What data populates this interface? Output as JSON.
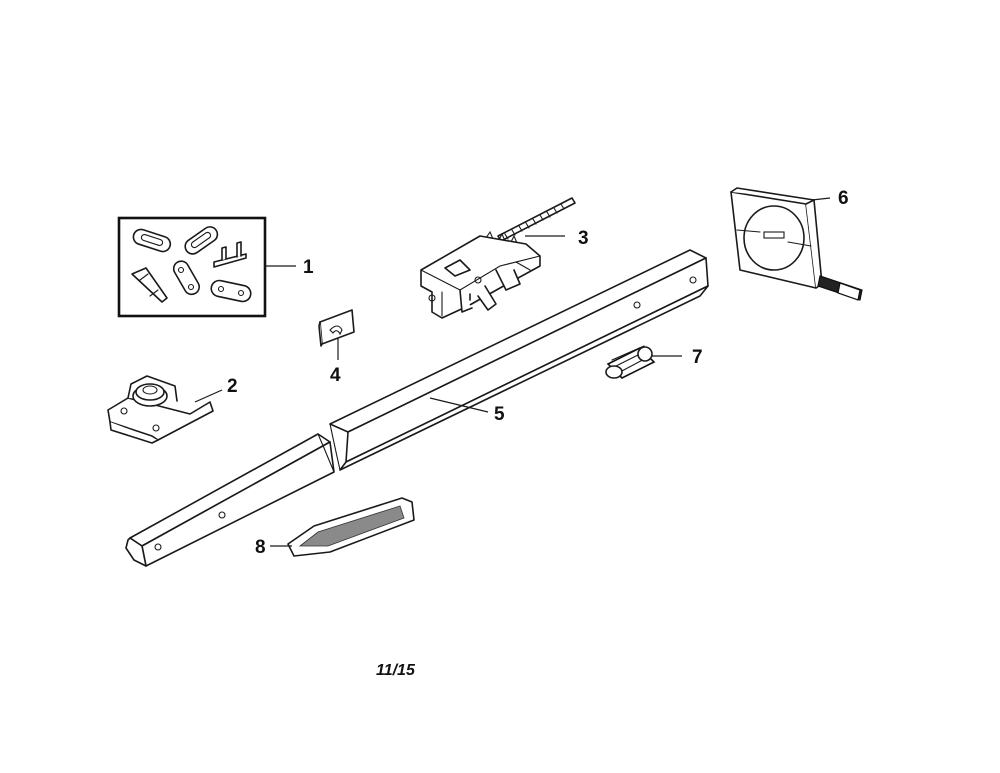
{
  "diagram": {
    "callouts": [
      {
        "id": "1",
        "label": "1"
      },
      {
        "id": "2",
        "label": "2"
      },
      {
        "id": "3",
        "label": "3"
      },
      {
        "id": "4",
        "label": "4"
      },
      {
        "id": "5",
        "label": "5"
      },
      {
        "id": "6",
        "label": "6"
      },
      {
        "id": "7",
        "label": "7"
      },
      {
        "id": "8",
        "label": "8"
      }
    ],
    "page_number": "11/15"
  }
}
